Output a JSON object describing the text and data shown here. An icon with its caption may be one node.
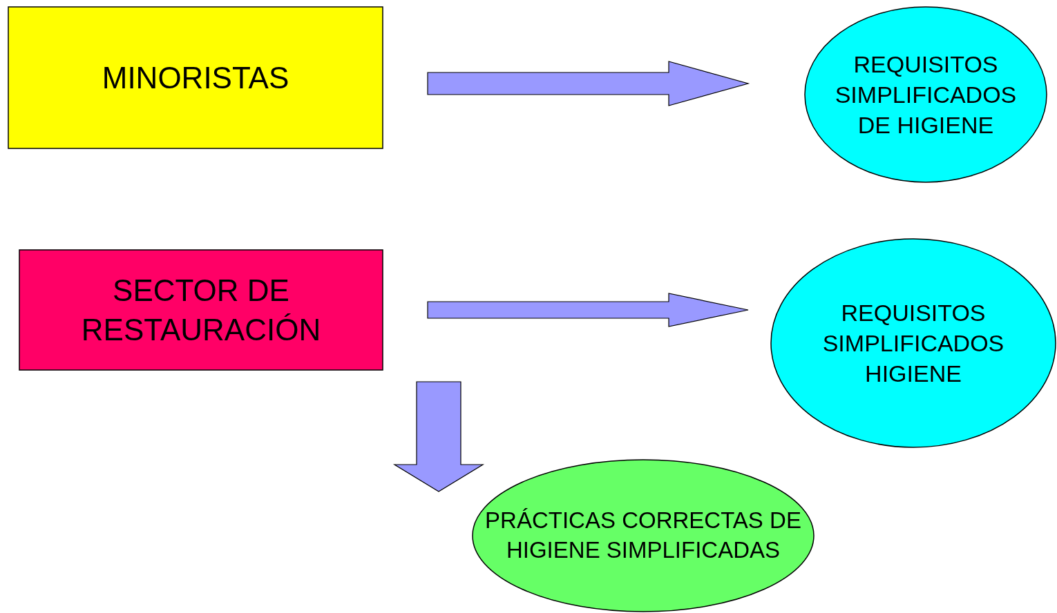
{
  "diagram": {
    "nodes": [
      {
        "text": [
          "MINORISTAS"
        ]
      },
      {
        "text": [
          "REQUISITOS SIMPLIFICADOS DE HIGIENE"
        ]
      },
      {
        "text": [
          "SECTOR DE RESTAURACIÓN"
        ]
      },
      {
        "text": [
          "REQUISITOS SIMPLIFICADOS HIGIENE"
        ]
      },
      {
        "text": [
          "PRÁCTICAS CORRECTAS DE HIGIENE SIMPLIFICADAS"
        ]
      }
    ],
    "edges": [
      {
        "from": 0,
        "to": 1,
        "arrow": "to"
      },
      {
        "from": 2,
        "to": 3,
        "arrow": "to"
      },
      {
        "from": 2,
        "to": 4,
        "arrow": "to"
      }
    ]
  }
}
